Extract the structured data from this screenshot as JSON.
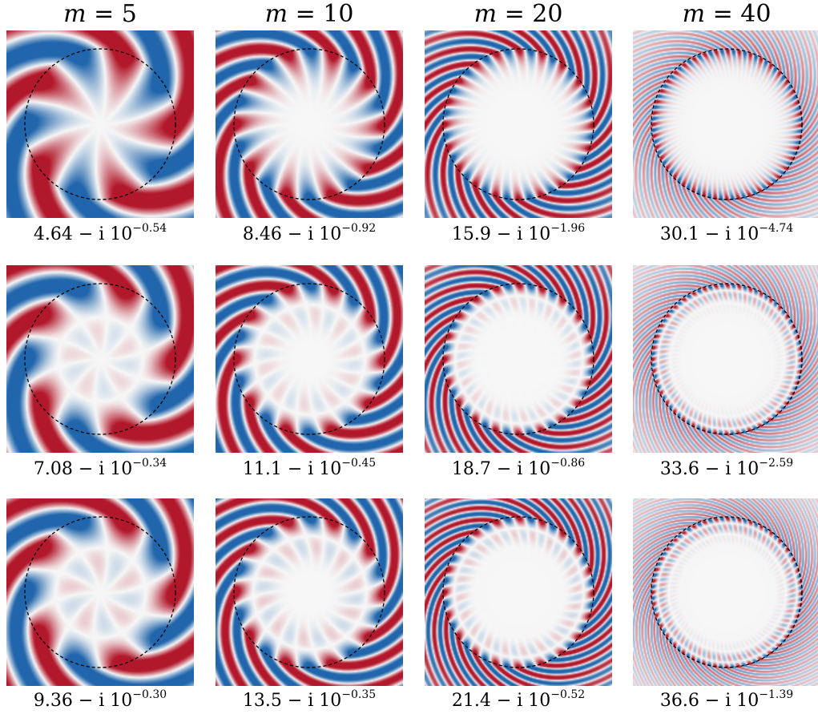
{
  "columns": [
    {
      "m_label": "m",
      "m_eq": "=",
      "m_value": "5"
    },
    {
      "m_label": "m",
      "m_eq": "=",
      "m_value": "10"
    },
    {
      "m_label": "m",
      "m_eq": "=",
      "m_value": "20"
    },
    {
      "m_label": "m",
      "m_eq": "=",
      "m_value": "40"
    }
  ],
  "rows": [
    [
      {
        "re": "4.64",
        "im_prefix": "− i 10",
        "exp": "−0.54"
      },
      {
        "re": "8.46",
        "im_prefix": "− i 10",
        "exp": "−0.92"
      },
      {
        "re": "15.9",
        "im_prefix": "− i 10",
        "exp": "−1.96"
      },
      {
        "re": "30.1",
        "im_prefix": "− i 10",
        "exp": "−4.74"
      }
    ],
    [
      {
        "re": "7.08",
        "im_prefix": "− i 10",
        "exp": "−0.34"
      },
      {
        "re": "11.1",
        "im_prefix": "− i 10",
        "exp": "−0.45"
      },
      {
        "re": "18.7",
        "im_prefix": "− i 10",
        "exp": "−0.86"
      },
      {
        "re": "33.6",
        "im_prefix": "− i 10",
        "exp": "−2.59"
      }
    ],
    [
      {
        "re": "9.36",
        "im_prefix": "− i 10",
        "exp": "−0.30"
      },
      {
        "re": "13.5",
        "im_prefix": "− i 10",
        "exp": "−0.35"
      },
      {
        "re": "21.4",
        "im_prefix": "− i 10",
        "exp": "−0.52"
      },
      {
        "re": "36.6",
        "im_prefix": "− i 10",
        "exp": "−1.39"
      }
    ]
  ],
  "colors": {
    "positive": "#b2182b",
    "negative": "#2166ac",
    "zero": "#f7f7f7",
    "circle": "#000000"
  }
}
